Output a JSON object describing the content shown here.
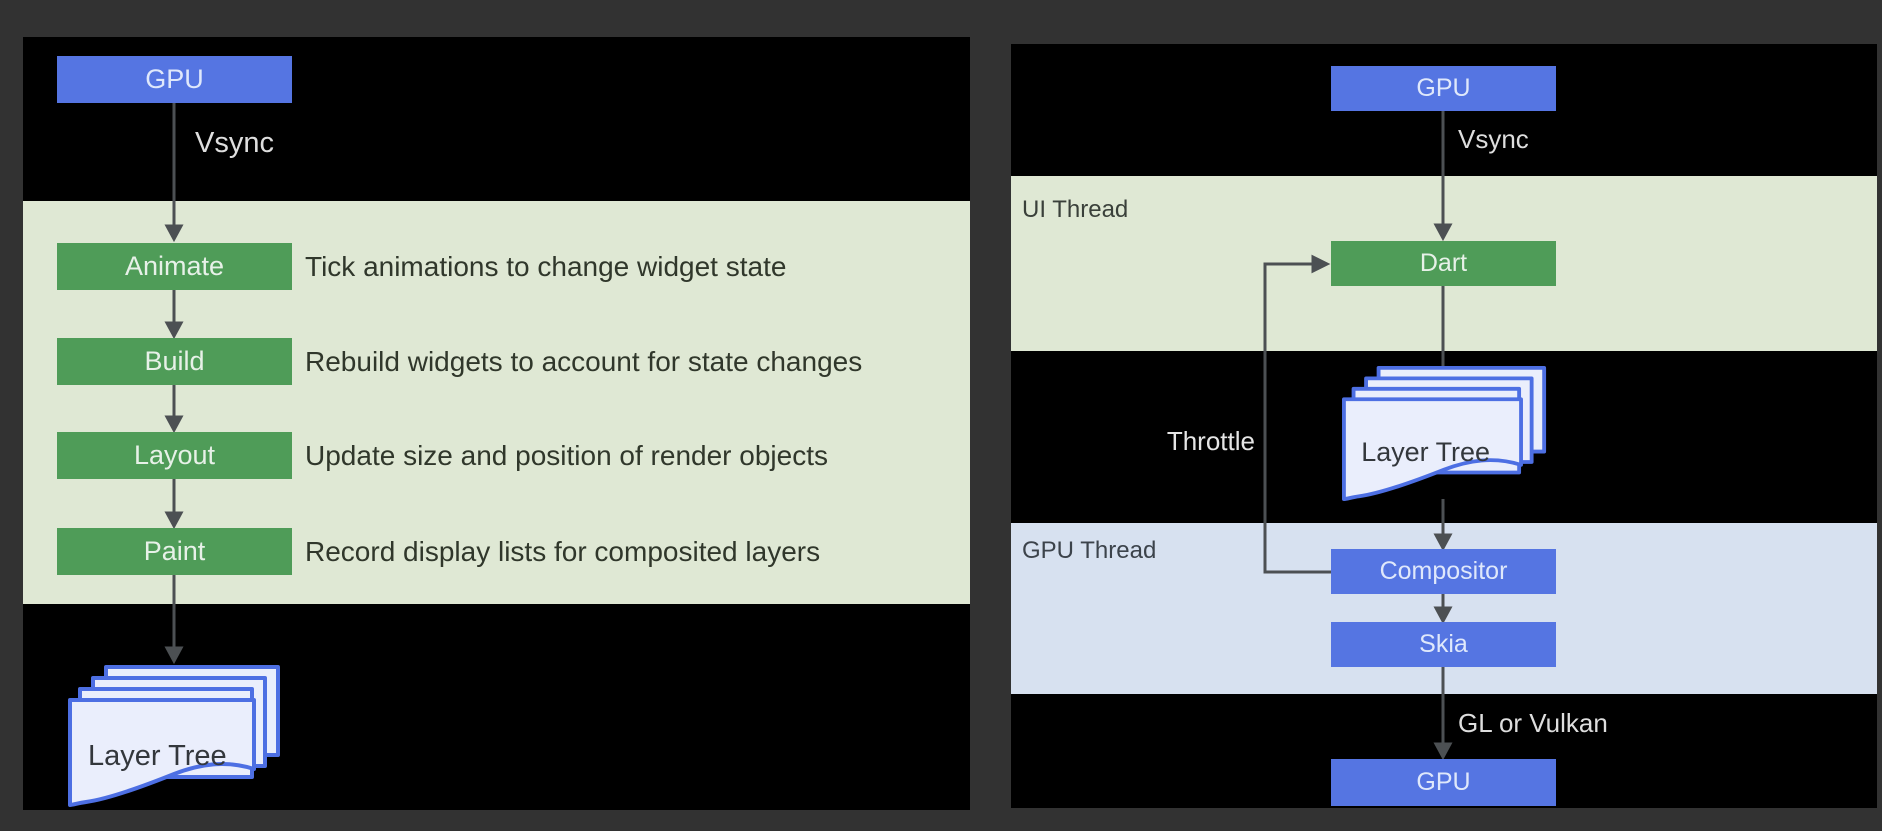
{
  "left_panel": {
    "gpu_label": "GPU",
    "vsync_label": "Vsync",
    "stages": [
      {
        "label": "Animate",
        "description": "Tick animations to change widget state"
      },
      {
        "label": "Build",
        "description": "Rebuild widgets to account for state changes"
      },
      {
        "label": "Layout",
        "description": "Update size and position of render objects"
      },
      {
        "label": "Paint",
        "description": "Record display lists for composited layers"
      }
    ],
    "layer_tree_label": "Layer Tree"
  },
  "right_panel": {
    "gpu_top_label": "GPU",
    "vsync_label": "Vsync",
    "ui_thread_label": "UI Thread",
    "dart_label": "Dart",
    "throttle_label": "Throttle",
    "layer_tree_label": "Layer Tree",
    "gpu_thread_label": "GPU Thread",
    "compositor_label": "Compositor",
    "skia_label": "Skia",
    "gl_vulkan_label": "GL or Vulkan",
    "gpu_bottom_label": "GPU"
  },
  "colors": {
    "background": "#323232",
    "panel_black": "#000000",
    "band_green": "#dfe8d4",
    "band_blue": "#d7e1f0",
    "box_blue": "#5575e2",
    "box_green": "#4f9c58",
    "connector_line": "#4c5053",
    "page_fill": "#eaeefc",
    "page_stroke": "#4d6fe3"
  }
}
